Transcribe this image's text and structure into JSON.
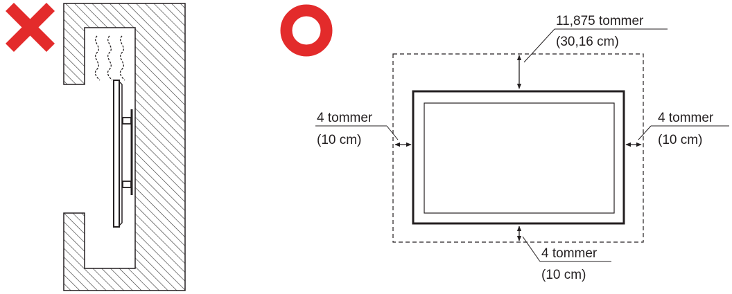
{
  "colors": {
    "mark": "#e32b2b",
    "line": "#231f20",
    "hatch": "#3a3a3a",
    "background": "#ffffff"
  },
  "icons": {
    "wrong": "cross-icon",
    "correct": "circle-icon"
  },
  "clearance": {
    "top": {
      "line1": "11,875 tommer",
      "line2": "(30,16 cm)"
    },
    "left": {
      "line1": "4 tommer",
      "line2": "(10 cm)"
    },
    "right": {
      "line1": "4 tommer",
      "line2": "(10 cm)"
    },
    "bottom": {
      "line1": "4 tommer",
      "line2": "(10 cm)"
    }
  }
}
